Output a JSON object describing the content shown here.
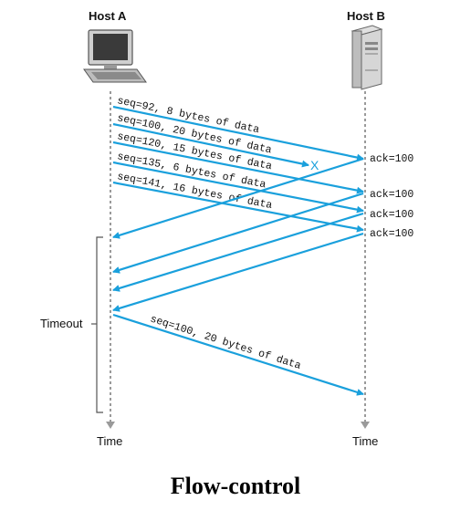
{
  "hosts": {
    "a_label": "Host A",
    "b_label": "Host B"
  },
  "time_label_a": "Time",
  "time_label_b": "Time",
  "timeout_label": "Timeout",
  "segments": [
    {
      "label": "seq=92, 8 bytes of data",
      "lost": false
    },
    {
      "label": "seq=100, 20 bytes of data",
      "lost": true,
      "loss_mark": "X"
    },
    {
      "label": "seq=120, 15 bytes of data",
      "lost": false
    },
    {
      "label": "seq=135, 6 bytes of data",
      "lost": false
    },
    {
      "label": "seq=141, 16 bytes of data",
      "lost": false
    }
  ],
  "acks": [
    "ack=100",
    "ack=100",
    "ack=100",
    "ack=100"
  ],
  "retransmission": {
    "label": "seq=100, 20 bytes of data"
  },
  "caption": "Flow-control",
  "colors": {
    "arrow": "#1aa0dc",
    "timeline": "#9a9a9a",
    "text": "#111111"
  }
}
